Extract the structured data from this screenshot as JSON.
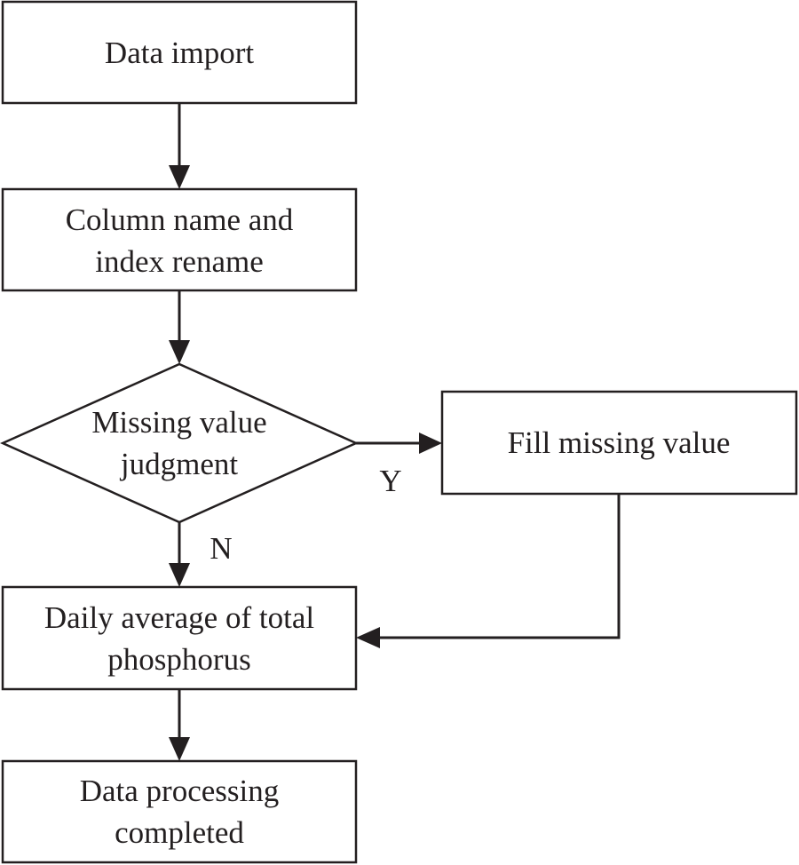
{
  "nodes": {
    "data_import": {
      "line1": "Data import"
    },
    "rename": {
      "line1": "Column name and",
      "line2": "index rename"
    },
    "missing_check": {
      "line1": "Missing value",
      "line2": "judgment"
    },
    "fill_missing": {
      "line1": "Fill missing value"
    },
    "daily_average": {
      "line1": "Daily average of total",
      "line2": "phosphorus"
    },
    "completed": {
      "line1": "Data processing",
      "line2": "completed"
    }
  },
  "edge_labels": {
    "yes": "Y",
    "no": "N"
  },
  "colors": {
    "stroke": "#231f20",
    "background": "#ffffff"
  }
}
